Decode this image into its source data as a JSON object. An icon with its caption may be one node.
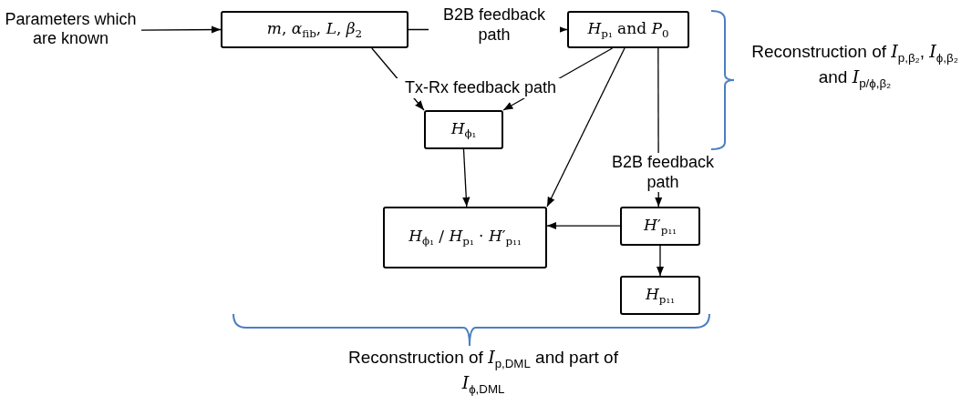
{
  "diagram": {
    "nodes": [
      {
        "text": [
          "Parameters which are known"
        ]
      },
      {
        "text": [
          "*m*, *α*$_{fib}$, *L*, *β*$_{2}$"
        ]
      },
      {
        "text": [
          "*H*$_{p₁}$ and *P*$_{0}$"
        ]
      },
      {
        "text": [
          "*H*$_{ϕ₁}$"
        ]
      },
      {
        "text": [
          "*H*$_{ϕ₁}$ / *H*$_{p₁}$ · *H*′$_{p₁₁}$"
        ]
      },
      {
        "text": [
          "*H*′$_{p₁₁}$"
        ]
      },
      {
        "text": [
          "*H*$_{p₁₁}$"
        ]
      }
    ],
    "edges": [
      {
        "from": 0,
        "to": 1,
        "arrow": "to"
      },
      {
        "from": 1,
        "to": 2,
        "arrow": "to",
        "label": "B2B feedback path"
      },
      {
        "from": 1,
        "to": 3,
        "arrow": "to",
        "label": "Tx-Rx feedback path"
      },
      {
        "from": 2,
        "to": 3,
        "arrow": "to"
      },
      {
        "from": 2,
        "to": 4,
        "arrow": "to"
      },
      {
        "from": 2,
        "to": 5,
        "arrow": "to",
        "label": "B2B feedback path"
      },
      {
        "from": 3,
        "to": 4,
        "arrow": "to"
      },
      {
        "from": 5,
        "to": 4,
        "arrow": "to"
      },
      {
        "from": 5,
        "to": 6,
        "arrow": "to"
      }
    ],
    "labels": [
      "Reconstruction of *I*$_{p,β₂}$, *I*$_{ϕ,β₂}$ and *I*$_{p/ϕ,β₂}$",
      "Reconstruction of *I*$_{p,DML}$ and part of *I*$_{ϕ,DML}$"
    ]
  }
}
